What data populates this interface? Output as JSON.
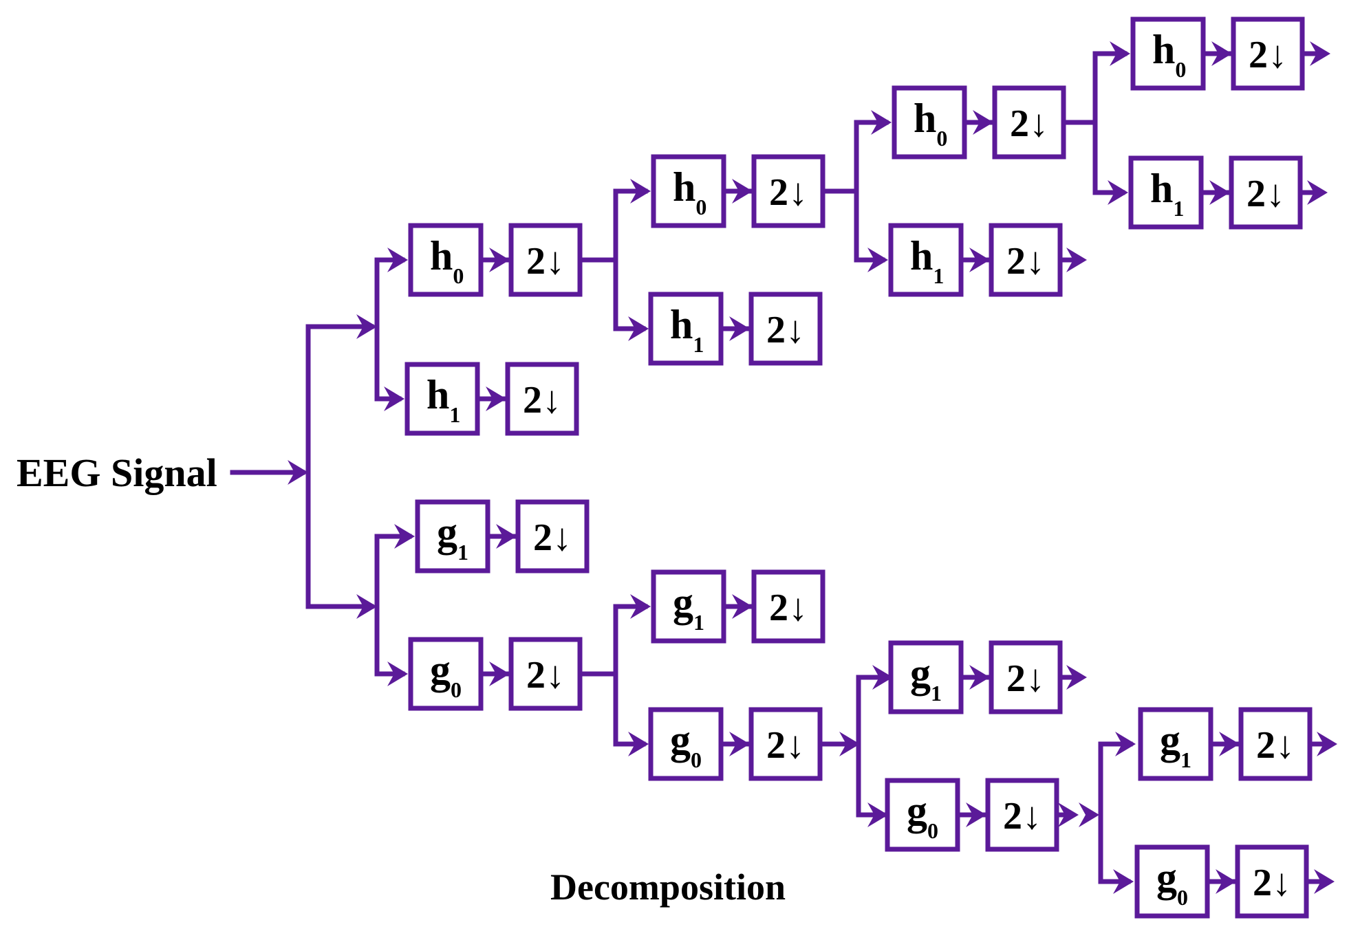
{
  "colors": {
    "line": "#5b1a99",
    "text": "#000000",
    "background": "#ffffff"
  },
  "input_label": "EEG Signal",
  "caption": "Decomposition",
  "downsample_label": "2↓",
  "filter_bank": {
    "h0": {
      "letter": "h",
      "index": "0"
    },
    "h1": {
      "letter": "h",
      "index": "1"
    },
    "g0": {
      "letter": "g",
      "index": "0"
    },
    "g1": {
      "letter": "g",
      "index": "1"
    }
  }
}
